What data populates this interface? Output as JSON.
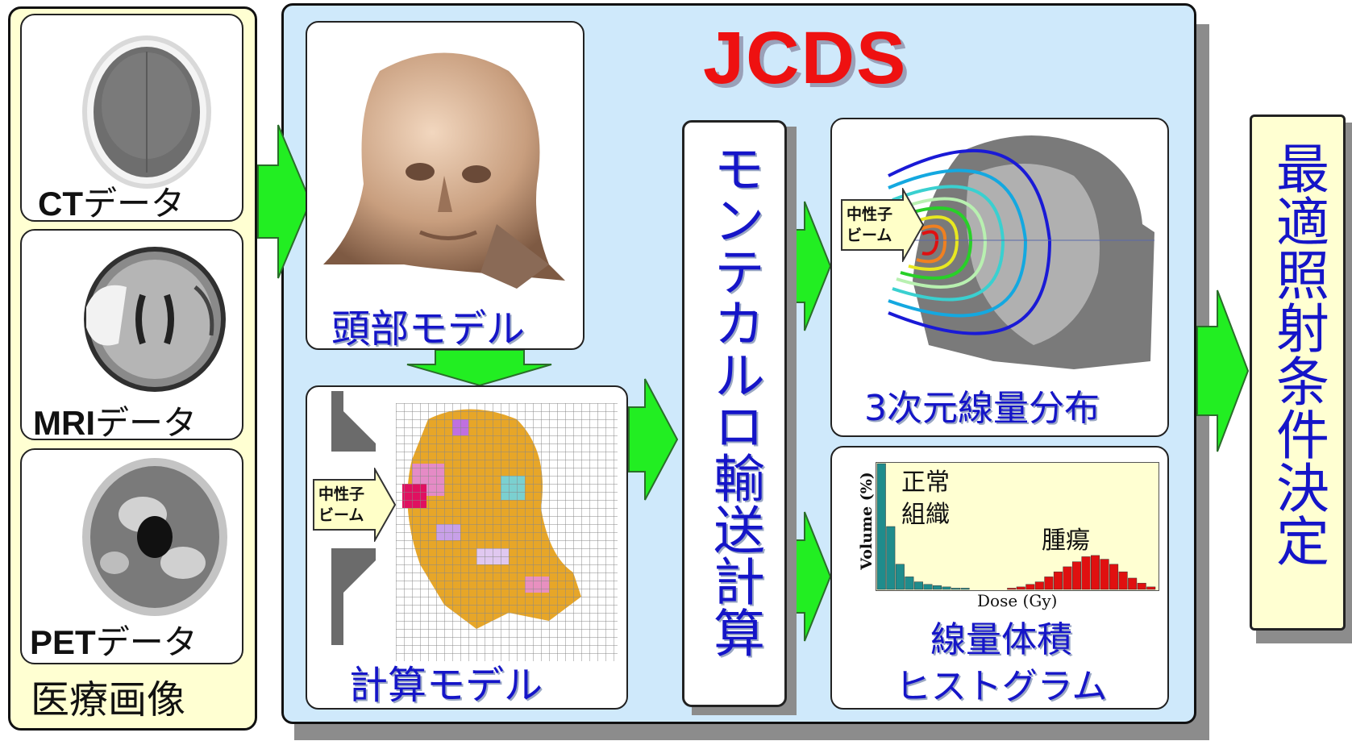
{
  "title": "JCDS",
  "left": {
    "items": [
      {
        "label_bold": "CT",
        "label_suffix": "データ"
      },
      {
        "label_bold": "MRI",
        "label_suffix": "データ"
      },
      {
        "label_bold": "PET",
        "label_suffix": "データ"
      }
    ],
    "caption": "医療画像"
  },
  "head_model_label": "頭部モデル",
  "calc_model_label": "計算モデル",
  "beam_label_line1": "中性子",
  "beam_label_line2": "ビーム",
  "monte_carlo_label": "モンテカルロ輸送計算",
  "dose3d_label": "3次元線量分布",
  "dvh": {
    "label_line1": "線量体積",
    "label_line2": "ヒストグラム",
    "normal_line1": "正常",
    "normal_line2": "組織",
    "tumor": "腫瘍",
    "ylabel": "Volume (%)",
    "xlabel": "Dose (Gy)"
  },
  "result_label": "最適照射条件決定",
  "colors": {
    "title": "#ee1111",
    "text_blue": "#1515c8",
    "arrow": "#22ee22",
    "main_bg": "#cfe9fb",
    "side_bg": "#ffffd2",
    "normal_bars": "#1f8c8c",
    "tumor_bars": "#e01010"
  },
  "chart_data": {
    "type": "bar",
    "xlabel": "Dose (Gy)",
    "ylabel": "Volume (%)",
    "series": [
      {
        "name": "正常組織",
        "values": [
          100,
          50,
          20,
          10,
          6,
          4,
          3,
          2,
          1,
          1,
          0,
          0,
          0,
          0,
          0,
          0,
          0,
          0,
          0,
          0,
          0,
          0,
          0,
          0,
          0,
          0,
          0,
          0,
          0,
          0
        ]
      },
      {
        "name": "腫瘍",
        "values": [
          0,
          0,
          0,
          0,
          0,
          0,
          0,
          0,
          0,
          0,
          0,
          0,
          0,
          0,
          1,
          2,
          4,
          6,
          10,
          14,
          18,
          22,
          26,
          27,
          24,
          20,
          14,
          9,
          5,
          2
        ]
      }
    ]
  }
}
